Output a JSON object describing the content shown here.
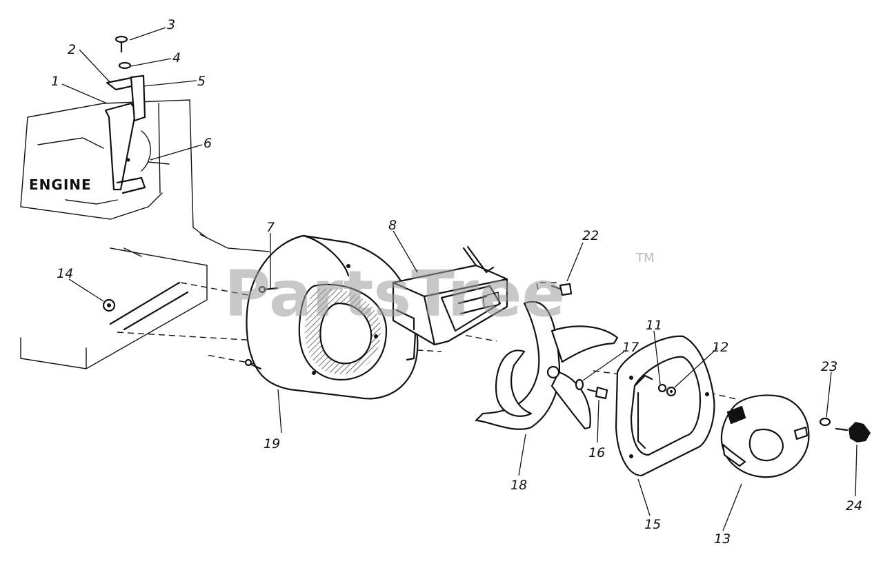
{
  "watermark": {
    "text": "PartsTree",
    "trademark": "TM"
  },
  "engine_label": "ENGINE",
  "callouts": {
    "c1": "1",
    "c2": "2",
    "c3": "3",
    "c4": "4",
    "c5": "5",
    "c6": "6",
    "c7": "7",
    "c8": "8",
    "c11": "11",
    "c12": "12",
    "c13": "13",
    "c14": "14",
    "c15": "15",
    "c16": "16",
    "c17": "17",
    "c18": "18",
    "c19": "19",
    "c22": "22",
    "c23": "23",
    "c24": "24"
  }
}
